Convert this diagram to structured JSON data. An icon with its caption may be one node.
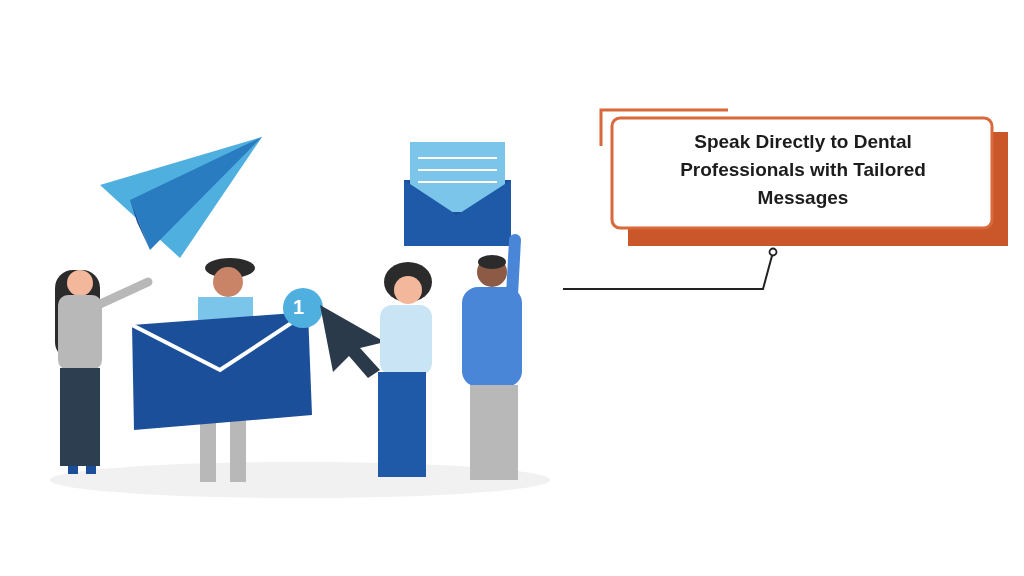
{
  "diagram": {
    "nodes": [
      {
        "text": [],
        "shape": "picture"
      },
      {
        "text": [
          "Speak Directly to Dental Professionals with Tailored Messages"
        ]
      }
    ],
    "edges": [
      {
        "from": 0,
        "to": 1,
        "arrow": "other"
      }
    ],
    "labels": [
      "1"
    ]
  }
}
